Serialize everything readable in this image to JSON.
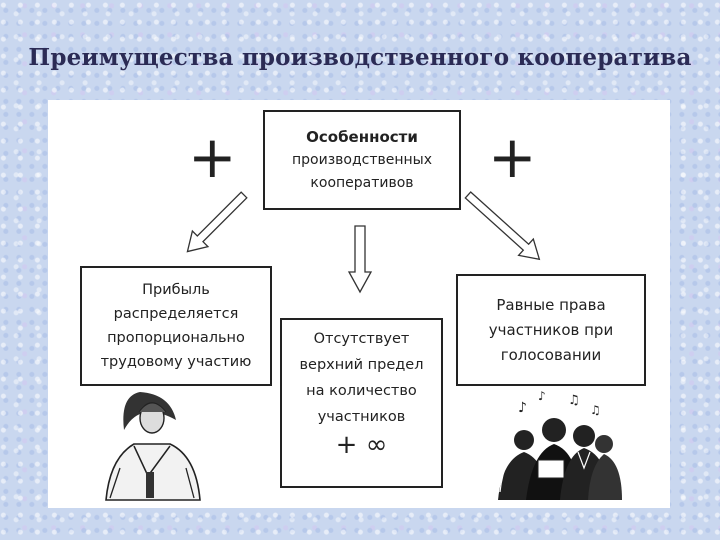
{
  "slide": {
    "title": "Преимущества производственного кооператива"
  },
  "diagram": {
    "center_box": {
      "line1": "Особенности",
      "line2": "производственных",
      "line3": "кооперативов"
    },
    "plus_sign": "+",
    "left_box": "Прибыль\nраспределяется\nпропорционально\nтрудовому участию",
    "middle_box": {
      "text": "Отсутствует\nверхний предел\nна количество\nучастников",
      "symbol": "+ ∞"
    },
    "right_box": "Равные права\nучастников при\nголосовании"
  },
  "colors": {
    "background": "#c9d7ef",
    "title": "#2b2b55",
    "panel": "#ffffff",
    "stroke": "#222222"
  }
}
